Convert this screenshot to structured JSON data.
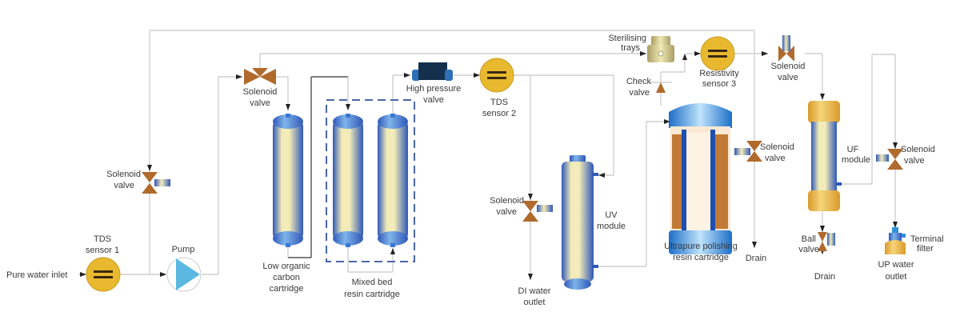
{
  "diagram": {
    "type": "process-flow",
    "subject": "Ultrapure water purification system",
    "components": {
      "inlet": {
        "label": "Pure water inlet"
      },
      "tds1": {
        "label_l1": "TDS",
        "label_l2": "sensor 1",
        "icon": "sensor-icon"
      },
      "pump": {
        "label": "Pump",
        "icon": "pump-icon"
      },
      "sv_left": {
        "label_l1": "Solenoid",
        "label_l2": "valve",
        "icon": "solenoid-valve-icon"
      },
      "sv_top": {
        "label_l1": "Solenoid",
        "label_l2": "valve",
        "icon": "three-way-valve-icon"
      },
      "carbon": {
        "label_l1": "Low organic",
        "label_l2": "carbon",
        "label_l3": "cartridge"
      },
      "mixedbed": {
        "label_l1": "Mixed bed",
        "label_l2": "resin cartridge"
      },
      "hpvalve": {
        "label_l1": "High pressure",
        "label_l2": "valve"
      },
      "tds2": {
        "label_l1": "TDS",
        "label_l2": "sensor 2"
      },
      "sv_di": {
        "label_l1": "Solenoid",
        "label_l2": "valve"
      },
      "di_outlet": {
        "label_l1": "DI water",
        "label_l2": "outlet"
      },
      "uv": {
        "label_l1": "UV",
        "label_l2": "module"
      },
      "sterilising": {
        "label_l1": "Sterilising",
        "label_l2": "trays"
      },
      "check": {
        "label_l1": "Check",
        "label_l2": "valve"
      },
      "polishing": {
        "label_l1": "Ultrapure polishing",
        "label_l2": "resin cartridge"
      },
      "resistivity": {
        "label_l1": "Resistivity",
        "label_l2": "sensor 3"
      },
      "sv_drain": {
        "label_l1": "Solenoid",
        "label_l2": "valve"
      },
      "drain1": {
        "label": "Drain"
      },
      "sv_uf_in": {
        "label_l1": "Solenoid",
        "label_l2": "valve"
      },
      "uf": {
        "label_l1": "UF",
        "label_l2": "module"
      },
      "ball": {
        "label_l1": "Ball",
        "label_l2": "valve"
      },
      "drain2": {
        "label": "Drain"
      },
      "sv_up": {
        "label_l1": "Solenoid",
        "label_l2": "valve"
      },
      "terminal": {
        "label_l1": "Terminal",
        "label_l2": "filter"
      },
      "up_outlet": {
        "label_l1": "UP water",
        "label_l2": "outlet"
      }
    },
    "colors": {
      "sensor": "#e8b92f",
      "valve": "#b06a2c",
      "cartridge_light": "#f3ebb8",
      "cartridge_dark": "#2f58b8",
      "pump": "#5bb8e0",
      "pipe": "#cfcfcf",
      "dashed_box": "#4a67a8",
      "uf_cap": "#e2a93a"
    }
  }
}
